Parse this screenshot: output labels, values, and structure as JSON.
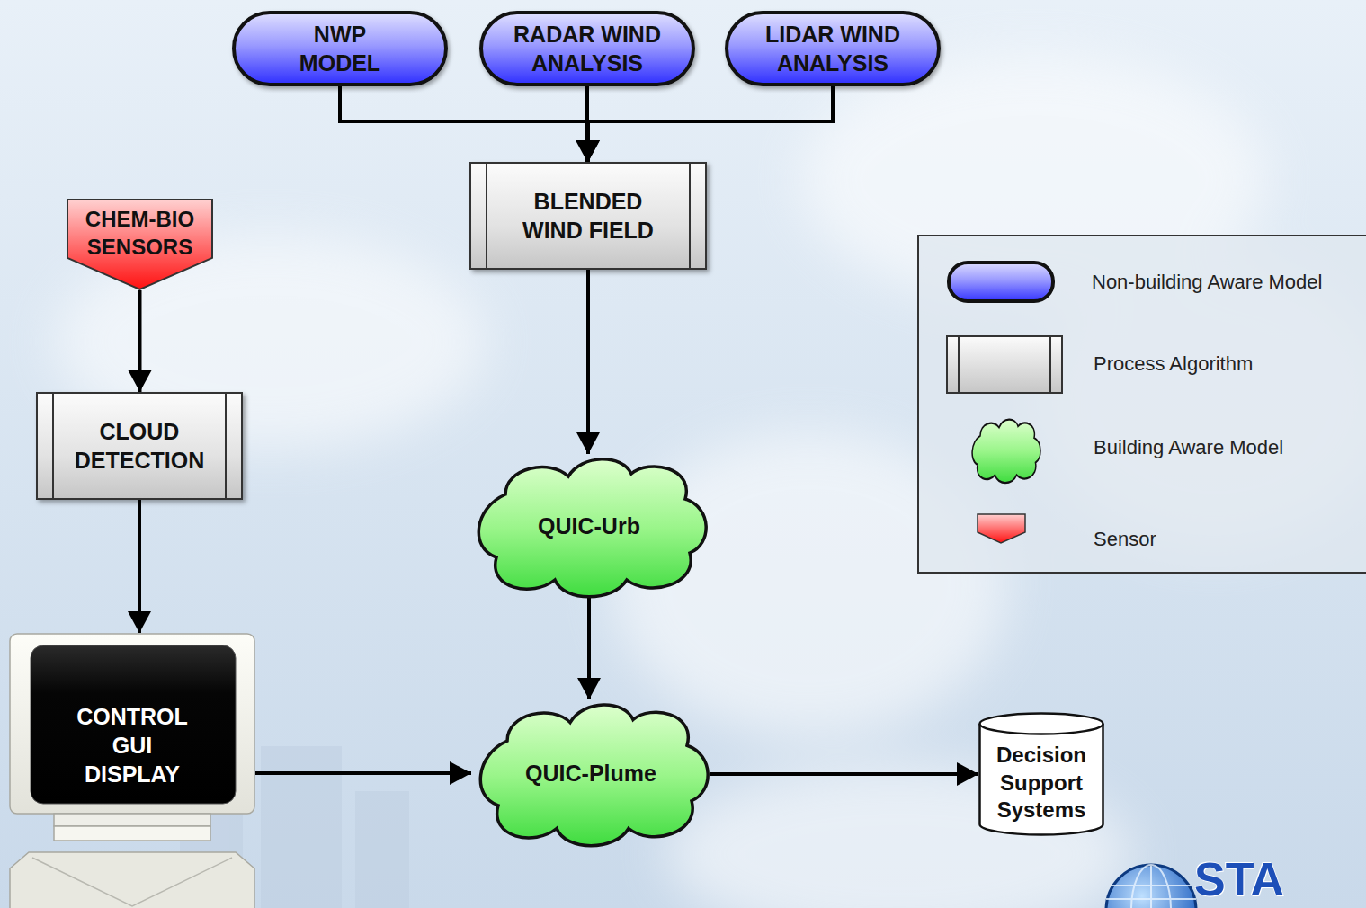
{
  "diagram": {
    "nodes": [
      {
        "text": [
          "NWP MODEL"
        ]
      },
      {
        "text": [
          "RADAR WIND ANALYSIS"
        ]
      },
      {
        "text": [
          "LIDAR WIND ANALYSIS"
        ]
      },
      {
        "text": [
          "CHEM-BIO SENSORS"
        ]
      },
      {
        "text": [
          "BLENDED WIND FIELD"
        ]
      },
      {
        "text": [
          "CLOUD DETECTION"
        ]
      },
      {
        "text": [
          "QUIC-Urb"
        ]
      },
      {
        "text": [
          "CONTROL GUI DISPLAY"
        ]
      },
      {
        "text": [
          "QUIC-Plume"
        ]
      },
      {
        "text": [
          "Decision Support Systems"
        ]
      }
    ],
    "edges": [
      {
        "from": 0,
        "to": 4,
        "arrow": "to"
      },
      {
        "from": 1,
        "to": 4,
        "arrow": "to"
      },
      {
        "from": 2,
        "to": 4,
        "arrow": "to"
      },
      {
        "from": 3,
        "to": 5,
        "arrow": "to"
      },
      {
        "from": 4,
        "to": 6,
        "arrow": "to"
      },
      {
        "from": 5,
        "to": 7,
        "arrow": "to"
      },
      {
        "from": 6,
        "to": 8,
        "arrow": "to"
      },
      {
        "from": 7,
        "to": 8,
        "arrow": "to"
      },
      {
        "from": 8,
        "to": 9,
        "arrow": "to"
      }
    ],
    "labels": [
      "STA"
    ],
    "legend": [
      {
        "text": "Non-building Aware Model"
      },
      {
        "text": "Process Algorithm"
      },
      {
        "text": "Building Aware Model"
      },
      {
        "text": "Sensor"
      }
    ]
  }
}
